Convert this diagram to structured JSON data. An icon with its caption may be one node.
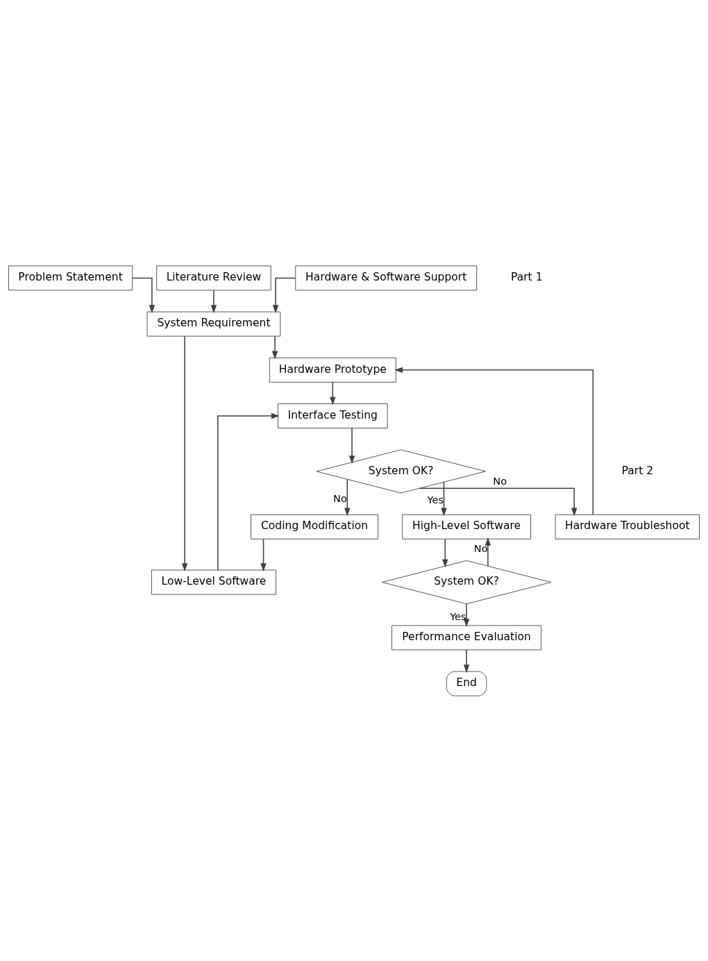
{
  "diagram": {
    "nodes": [
      {
        "text": [
          "Problem Statement"
        ]
      },
      {
        "text": [
          "Literature Review"
        ]
      },
      {
        "text": [
          "Hardware & Software Support"
        ]
      },
      {
        "text": [
          "System Requirement"
        ]
      },
      {
        "text": [
          "Hardware Prototype"
        ]
      },
      {
        "text": [
          "Low-Level Software"
        ]
      },
      {
        "text": [
          "Interface Testing"
        ]
      },
      {
        "text": [
          "Hardware Troubleshoot"
        ]
      },
      {
        "text": [
          "Coding Modification"
        ]
      },
      {
        "text": [
          "System OK?"
        ]
      },
      {
        "text": [
          "High-Level Software"
        ]
      },
      {
        "text": [
          "System OK?"
        ]
      },
      {
        "text": [
          "Performance Evaluation"
        ]
      },
      {
        "text": [
          "End"
        ]
      }
    ],
    "edges": [
      {
        "from": 0,
        "to": 3,
        "arrow": "to"
      },
      {
        "from": 1,
        "to": 3,
        "arrow": "to"
      },
      {
        "from": 2,
        "to": 3,
        "arrow": "to"
      },
      {
        "from": 3,
        "to": 4,
        "arrow": "to"
      },
      {
        "from": 3,
        "to": 5,
        "arrow": "to"
      },
      {
        "from": 4,
        "to": 6,
        "arrow": "to"
      },
      {
        "from": 5,
        "to": 6,
        "arrow": "to"
      },
      {
        "from": 6,
        "to": 9,
        "arrow": "to"
      },
      {
        "from": 9,
        "to": 7,
        "label": "No",
        "arrow": "to"
      },
      {
        "from": 9,
        "to": 8,
        "label": "No",
        "arrow": "to"
      },
      {
        "from": 7,
        "to": 4,
        "arrow": "to"
      },
      {
        "from": 8,
        "to": 5,
        "arrow": "to"
      },
      {
        "from": 9,
        "to": 10,
        "label": "Yes",
        "arrow": "to"
      },
      {
        "from": 10,
        "to": 11,
        "arrow": "to"
      },
      {
        "from": 11,
        "to": 10,
        "label": "No",
        "arrow": "to"
      },
      {
        "from": 11,
        "to": 12,
        "label": "Yes",
        "arrow": "to"
      },
      {
        "from": 12,
        "to": 13,
        "arrow": "to"
      }
    ],
    "labels": [
      "Part 1",
      "Part 2"
    ]
  }
}
